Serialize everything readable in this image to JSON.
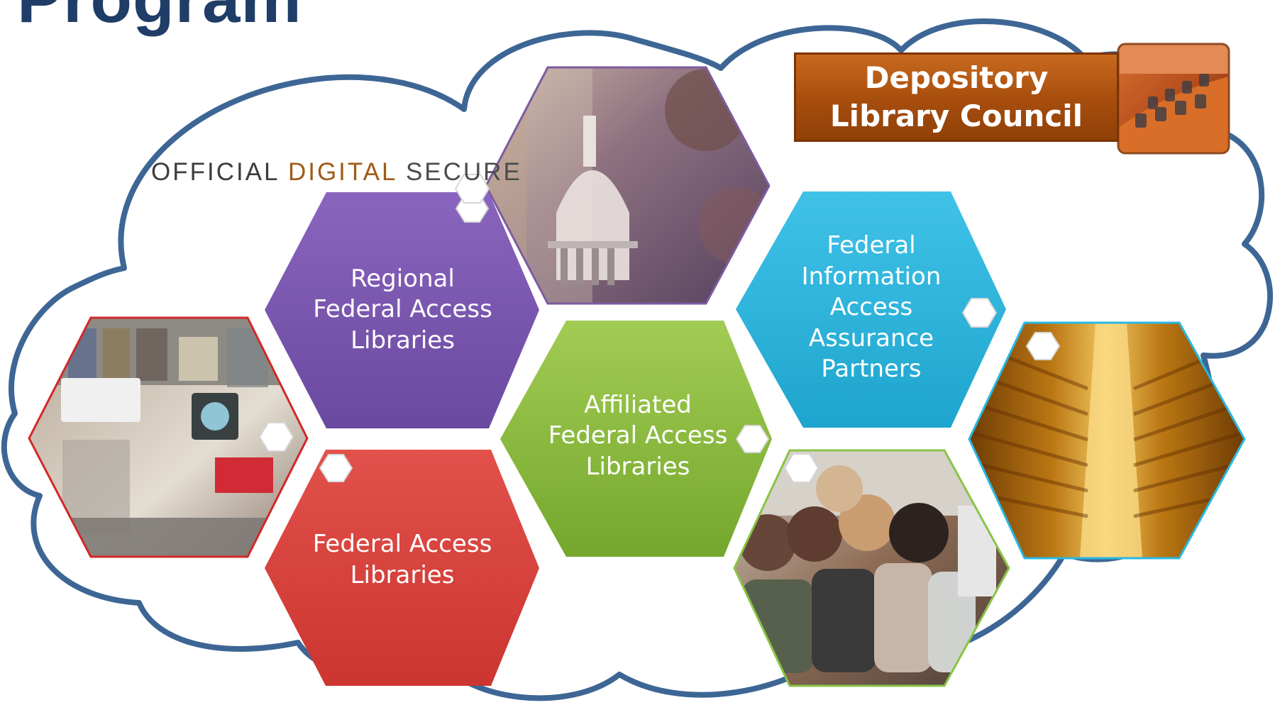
{
  "title": "Program",
  "tagline": {
    "word1": "OFFICIAL",
    "word2": "DIGITAL",
    "word3": "SECURE"
  },
  "council": {
    "label": "Depository\nLibrary Council"
  },
  "hexes": {
    "regional": {
      "label": "Regional\nFederal Access\nLibraries",
      "color": "#7d58b0"
    },
    "affiliated": {
      "label": "Affiliated\nFederal Access\nLibraries",
      "color": "#8cbf3f"
    },
    "fiaap": {
      "label": "Federal\nInformation\nAccess\nAssurance\nPartners",
      "color": "#31b9df"
    },
    "federal_access": {
      "label": "Federal Access\nLibraries",
      "color": "#dc463f"
    }
  },
  "colors": {
    "title": "#1f3d67",
    "cloud_outline": "#3d6695",
    "tagline_accent": "#a05b17",
    "council_box": "#b75a17"
  },
  "photos": [
    {
      "name": "capitol-photo-hex"
    },
    {
      "name": "library-display-photo-hex"
    },
    {
      "name": "students-computers-photo-hex"
    },
    {
      "name": "archive-stacks-photo-hex"
    },
    {
      "name": "council-chamber-photo"
    }
  ]
}
